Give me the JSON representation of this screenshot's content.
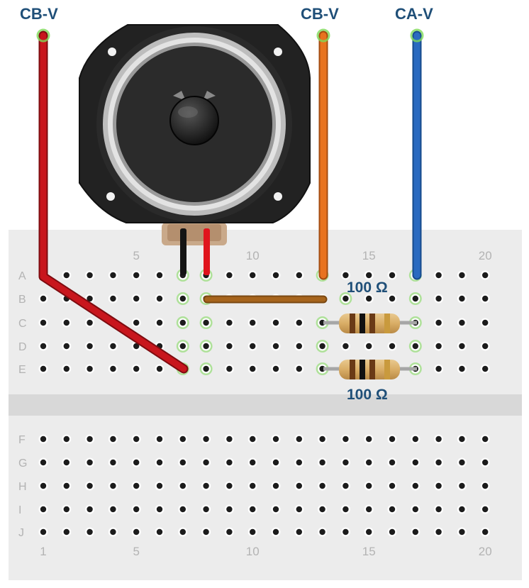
{
  "wire_labels": {
    "left": "CB-V",
    "orange": "CB-V",
    "blue": "CA-V"
  },
  "resistors": {
    "top_label": "100 Ω",
    "bottom_label": "100 Ω"
  },
  "breadboard": {
    "top_rows": [
      "A",
      "B",
      "C",
      "D",
      "E"
    ],
    "bottom_rows": [
      "F",
      "G",
      "H",
      "I",
      "J"
    ],
    "top_column_numbers": [
      "5",
      "10",
      "15",
      "20"
    ],
    "bottom_column_numbers": [
      "1",
      "5",
      "10",
      "15",
      "20"
    ],
    "column_count": 20
  },
  "colors": {
    "red_wire": "#c8161d",
    "orange_wire": "#e8731f",
    "blue_wire": "#2a6ac0",
    "brown_jumper": "#a6641c",
    "label_blue": "#1f4f78",
    "highlight_green": "#7ed957"
  },
  "icons": {
    "speaker": "speaker-icon",
    "resistor": "resistor-icon"
  }
}
